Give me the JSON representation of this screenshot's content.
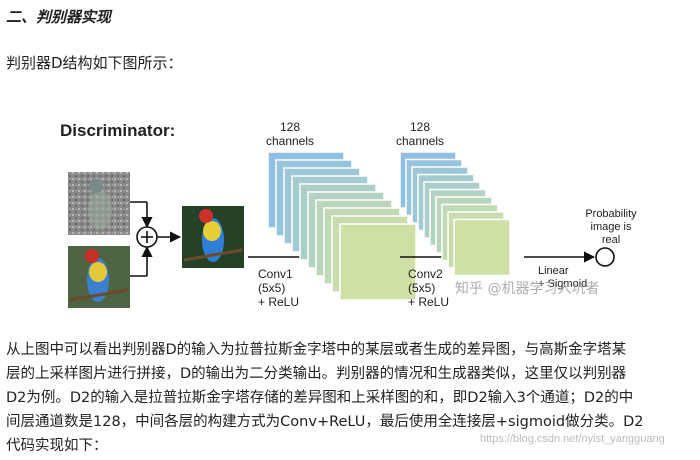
{
  "section": {
    "heading": "二、判别器实现"
  },
  "intro": "判别器D结构如下图所示：",
  "figure": {
    "title": "Discriminator:",
    "stack1_label_line1": "128",
    "stack1_label_line2": "channels",
    "stack2_label_line1": "128",
    "stack2_label_line2": "channels",
    "conv1": [
      "Conv1",
      "(5x5)",
      "+ ReLU"
    ],
    "conv2": [
      "Conv2",
      "(5x5)",
      "+ ReLU"
    ],
    "linear": [
      "Linear",
      "+ Sigmoid"
    ],
    "output": [
      "Probability",
      "image is",
      "real"
    ],
    "colors": {
      "layer_front": "#cfe0a6",
      "layer_back": "#8fc0e4",
      "arrow": "#111111"
    }
  },
  "watermark_figure": "知乎 @机器学习入坑者",
  "paragraph": [
    "从上图中可以看出判别器D的输入为拉普拉斯金字塔中的某层或者生成的差异图，与高斯金字塔某",
    "层的上采样图片进行拼接，D的输出为二分类输出。判别器的情况和生成器类似，这里仅以判别器",
    "D2为例。D2的输入是拉普拉斯金字塔存储的差异图和上采样图的和，即D2输入3个通道；D2的中",
    "间层通道数是128，中间各层的构建方式为Conv+ReLU，最后使用全连接层+sigmoid做分类。D2",
    "代码实现如下："
  ],
  "watermark_bottom": "https://blog.csdn.net/nyist_yangguang"
}
